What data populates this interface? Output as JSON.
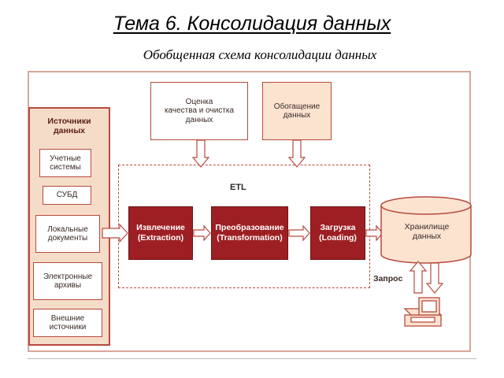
{
  "title": "Тема 6. Консолидация данных",
  "subtitle": "Обобщенная схема консолидации данных",
  "diagram": {
    "sources": {
      "title": "Источники\nданных",
      "items": [
        "Учетные\nсистемы",
        "СУБД",
        "Локальные\nдокументы",
        "Электронные\nархивы",
        "Внешние\nисточники"
      ]
    },
    "quality": "Оценка\nкачества и очистка\nданных",
    "enrichment": "Обогащение\nданных",
    "etl": "ETL",
    "extraction": "Извлечение\n(Extraction)",
    "transformation": "Преобразование\n(Transformation)",
    "loading": "Загрузка\n(Loading)",
    "storage": "Хранилище\nданных",
    "query": "Запрос"
  },
  "colors": {
    "frame": "#d9a79a",
    "accent": "#b74a3f",
    "stage_fill": "#9e1f23",
    "panel_fill": "#f5dcc8",
    "box_fill": "#fbe3d0"
  }
}
